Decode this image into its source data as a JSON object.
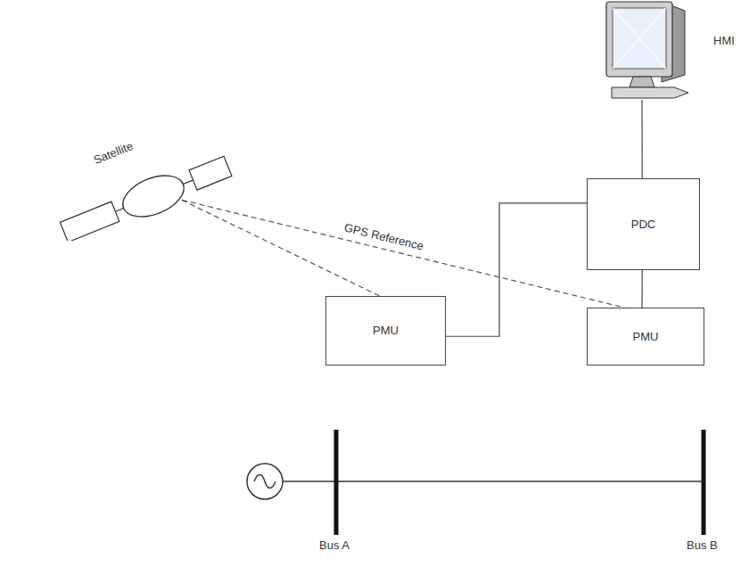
{
  "diagram": {
    "nodes": [
      {
        "text": [
          "Satellite"
        ]
      },
      {
        "text": [
          "HMI"
        ]
      },
      {
        "text": [
          "PDC"
        ]
      },
      {
        "text": [
          "PMU"
        ]
      },
      {
        "text": [
          "PMU"
        ]
      }
    ],
    "edges": [
      {
        "from": 0,
        "to": 3,
        "arrow": "none"
      },
      {
        "from": 0,
        "to": 4,
        "label": "GPS Reference",
        "arrow": "none"
      },
      {
        "from": 3,
        "to": 2,
        "arrow": "none"
      },
      {
        "from": 2,
        "to": 4,
        "arrow": "none"
      },
      {
        "from": 1,
        "to": 2,
        "arrow": "none"
      }
    ],
    "labels": [
      "Bus A",
      "Bus B"
    ]
  }
}
